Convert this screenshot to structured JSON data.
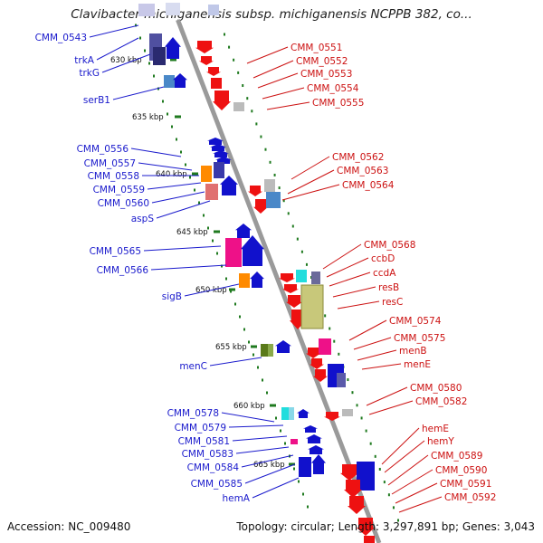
{
  "title": "Clavibacter michiganensis subsp. michiganensis NCPPB 382, co...",
  "accession": "Accession: NC_009480",
  "topology": "Topology: circular; Length: 3,297,891 bp; Genes: 3,043",
  "colors": {
    "forward_label": "#1a1acc",
    "reverse_label": "#cc1111",
    "backbone": "#9a9a9a",
    "tick_marks": "#1f7a1f",
    "scale_text": "#111111"
  },
  "scale_ticks": [
    "630 kbp",
    "635 kbp",
    "640 kbp",
    "645 kbp",
    "650 kbp",
    "655 kbp",
    "660 kbp",
    "665 kbp"
  ],
  "left_labels": [
    "CMM_0543",
    "trkA",
    "trkG",
    "serB1",
    "CMM_0556",
    "CMM_0557",
    "CMM_0558",
    "CMM_0559",
    "CMM_0560",
    "aspS",
    "CMM_0565",
    "CMM_0566",
    "sigB",
    "menC",
    "CMM_0578",
    "CMM_0579",
    "CMM_0581",
    "CMM_0583",
    "CMM_0584",
    "CMM_0585",
    "hemA"
  ],
  "right_labels": [
    "CMM_0551",
    "CMM_0552",
    "CMM_0553",
    "CMM_0554",
    "CMM_0555",
    "CMM_0562",
    "CMM_0563",
    "CMM_0564",
    "CMM_0568",
    "ccbD",
    "ccdA",
    "resB",
    "resC",
    "CMM_0574",
    "CMM_0575",
    "menB",
    "menE",
    "CMM_0580",
    "CMM_0582",
    "hemE",
    "hemY",
    "CMM_0589",
    "CMM_0590",
    "CMM_0591",
    "CMM_0592"
  ]
}
